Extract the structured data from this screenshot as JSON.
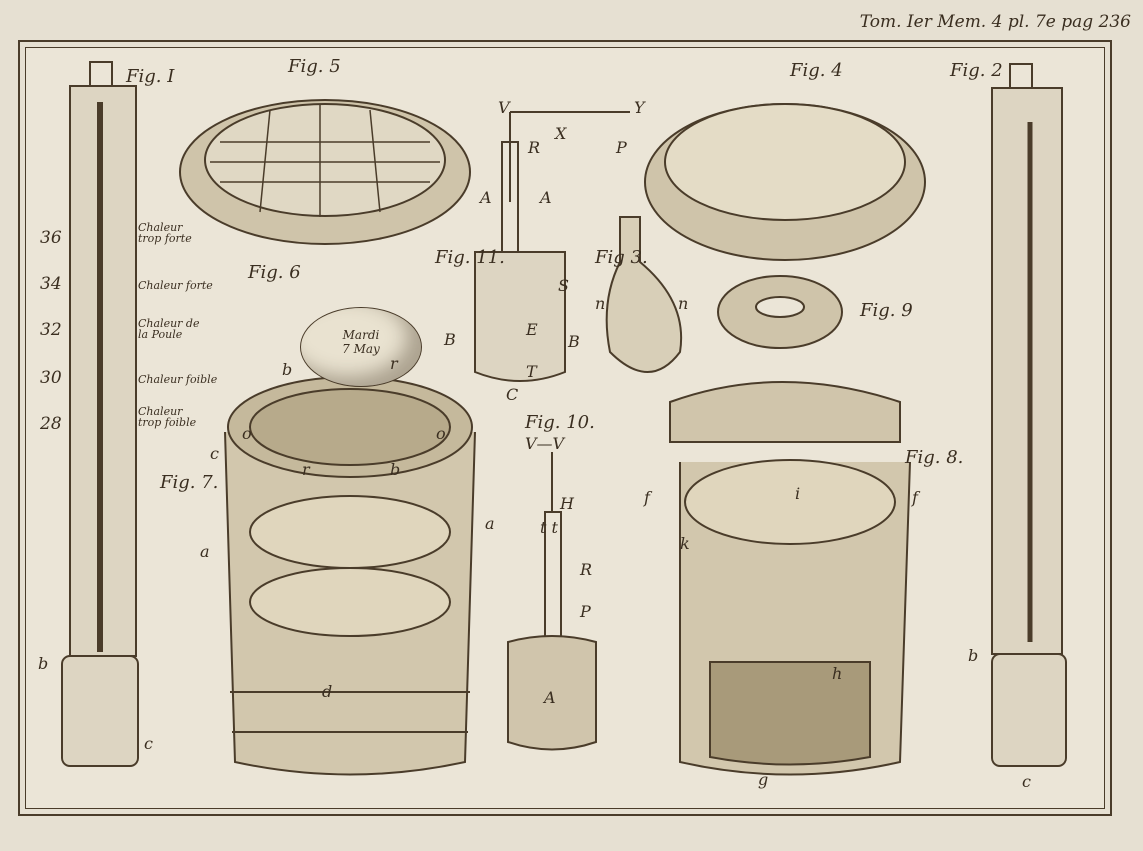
{
  "header": "Tom. Ier Mem. 4 pl. 7e pag 236",
  "figures": {
    "fig1": "Fig. I",
    "fig2": "Fig. 2",
    "fig3": "Fig 3.",
    "fig4": "Fig. 4",
    "fig5": "Fig. 5",
    "fig6": "Fig. 6",
    "fig7": "Fig. 7.",
    "fig8": "Fig. 8.",
    "fig9": "Fig. 9",
    "fig10": "Fig. 10.",
    "fig11": "Fig. 11."
  },
  "thermometer_scale": [
    {
      "value": "36",
      "label": "Chaleur trop forte"
    },
    {
      "value": "34",
      "label": "Chaleur forte"
    },
    {
      "value": "32",
      "label": "Chaleur de la Poule"
    },
    {
      "value": "30",
      "label": "Chaleur foible"
    },
    {
      "value": "28",
      "label": "Chaleur trop foible"
    }
  ],
  "egg": {
    "line1": "Mardi",
    "line2": "7 May"
  },
  "letters": {
    "V": "V",
    "Y": "Y",
    "X": "X",
    "P": "P",
    "R": "R",
    "A": "A",
    "S": "S",
    "B": "B",
    "E": "E",
    "T": "T",
    "C": "C",
    "n": "n",
    "b": "b",
    "r": "r",
    "o": "o",
    "c": "c",
    "a": "a",
    "d": "d",
    "VV": "V—V",
    "H": "H",
    "tt": "t  t",
    "f": "f",
    "k": "k",
    "i": "i",
    "h": "h",
    "g": "g"
  },
  "colors": {
    "paper": "#e6e0d2",
    "ink": "#3a2e20"
  }
}
